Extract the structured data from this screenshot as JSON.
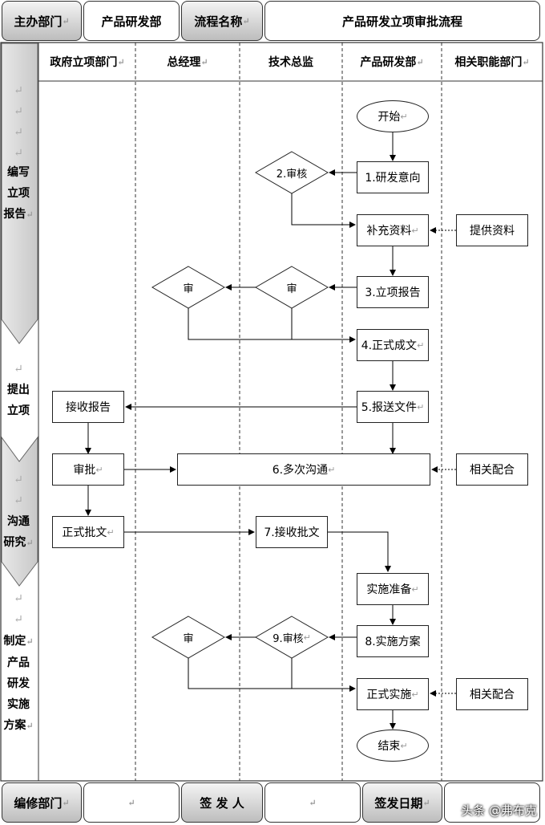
{
  "header": {
    "host_label": "主办部门",
    "host_value": "产品研发部",
    "process_label": "流程名称",
    "process_value": "产品研发立项审批流程"
  },
  "lanes": [
    "政府立项部门",
    "总经理",
    "技术总监",
    "产品研发部",
    "相关职能部门"
  ],
  "phases": [
    {
      "label_lines": [
        "编写",
        "立项",
        "报告"
      ]
    },
    {
      "label_lines": [
        "提出",
        "立项"
      ]
    },
    {
      "label_lines": [
        "沟通",
        "研究"
      ]
    },
    {
      "label_lines": [
        "制定",
        "产品",
        "研发",
        "实施",
        "方案"
      ]
    }
  ],
  "nodes": {
    "start": "开始",
    "step1": "1.研发意向",
    "review2": "2.审核",
    "supplement": "补充资料",
    "provide": "提供资料",
    "step3": "3.立项报告",
    "approve_gm_1": "审",
    "approve_cto_1": "审",
    "step4": "4.正式成文",
    "step5": "5.报送文件",
    "receive_report": "接收报告",
    "approve_gov": "审批",
    "step6": "6.多次沟通",
    "coop1": "相关配合",
    "formal_approval": "正式批文",
    "step7": "7.接收批文",
    "prep": "实施准备",
    "step8": "8.实施方案",
    "review9": "9.审核",
    "approve_gm_2": "审",
    "formal_impl": "正式实施",
    "coop2": "相关配合",
    "end": "结束"
  },
  "footer": {
    "editor_label": "编修部门",
    "signer_label": "签 发 人",
    "date_label": "签发日期"
  },
  "watermark": "头条 @弗布克"
}
